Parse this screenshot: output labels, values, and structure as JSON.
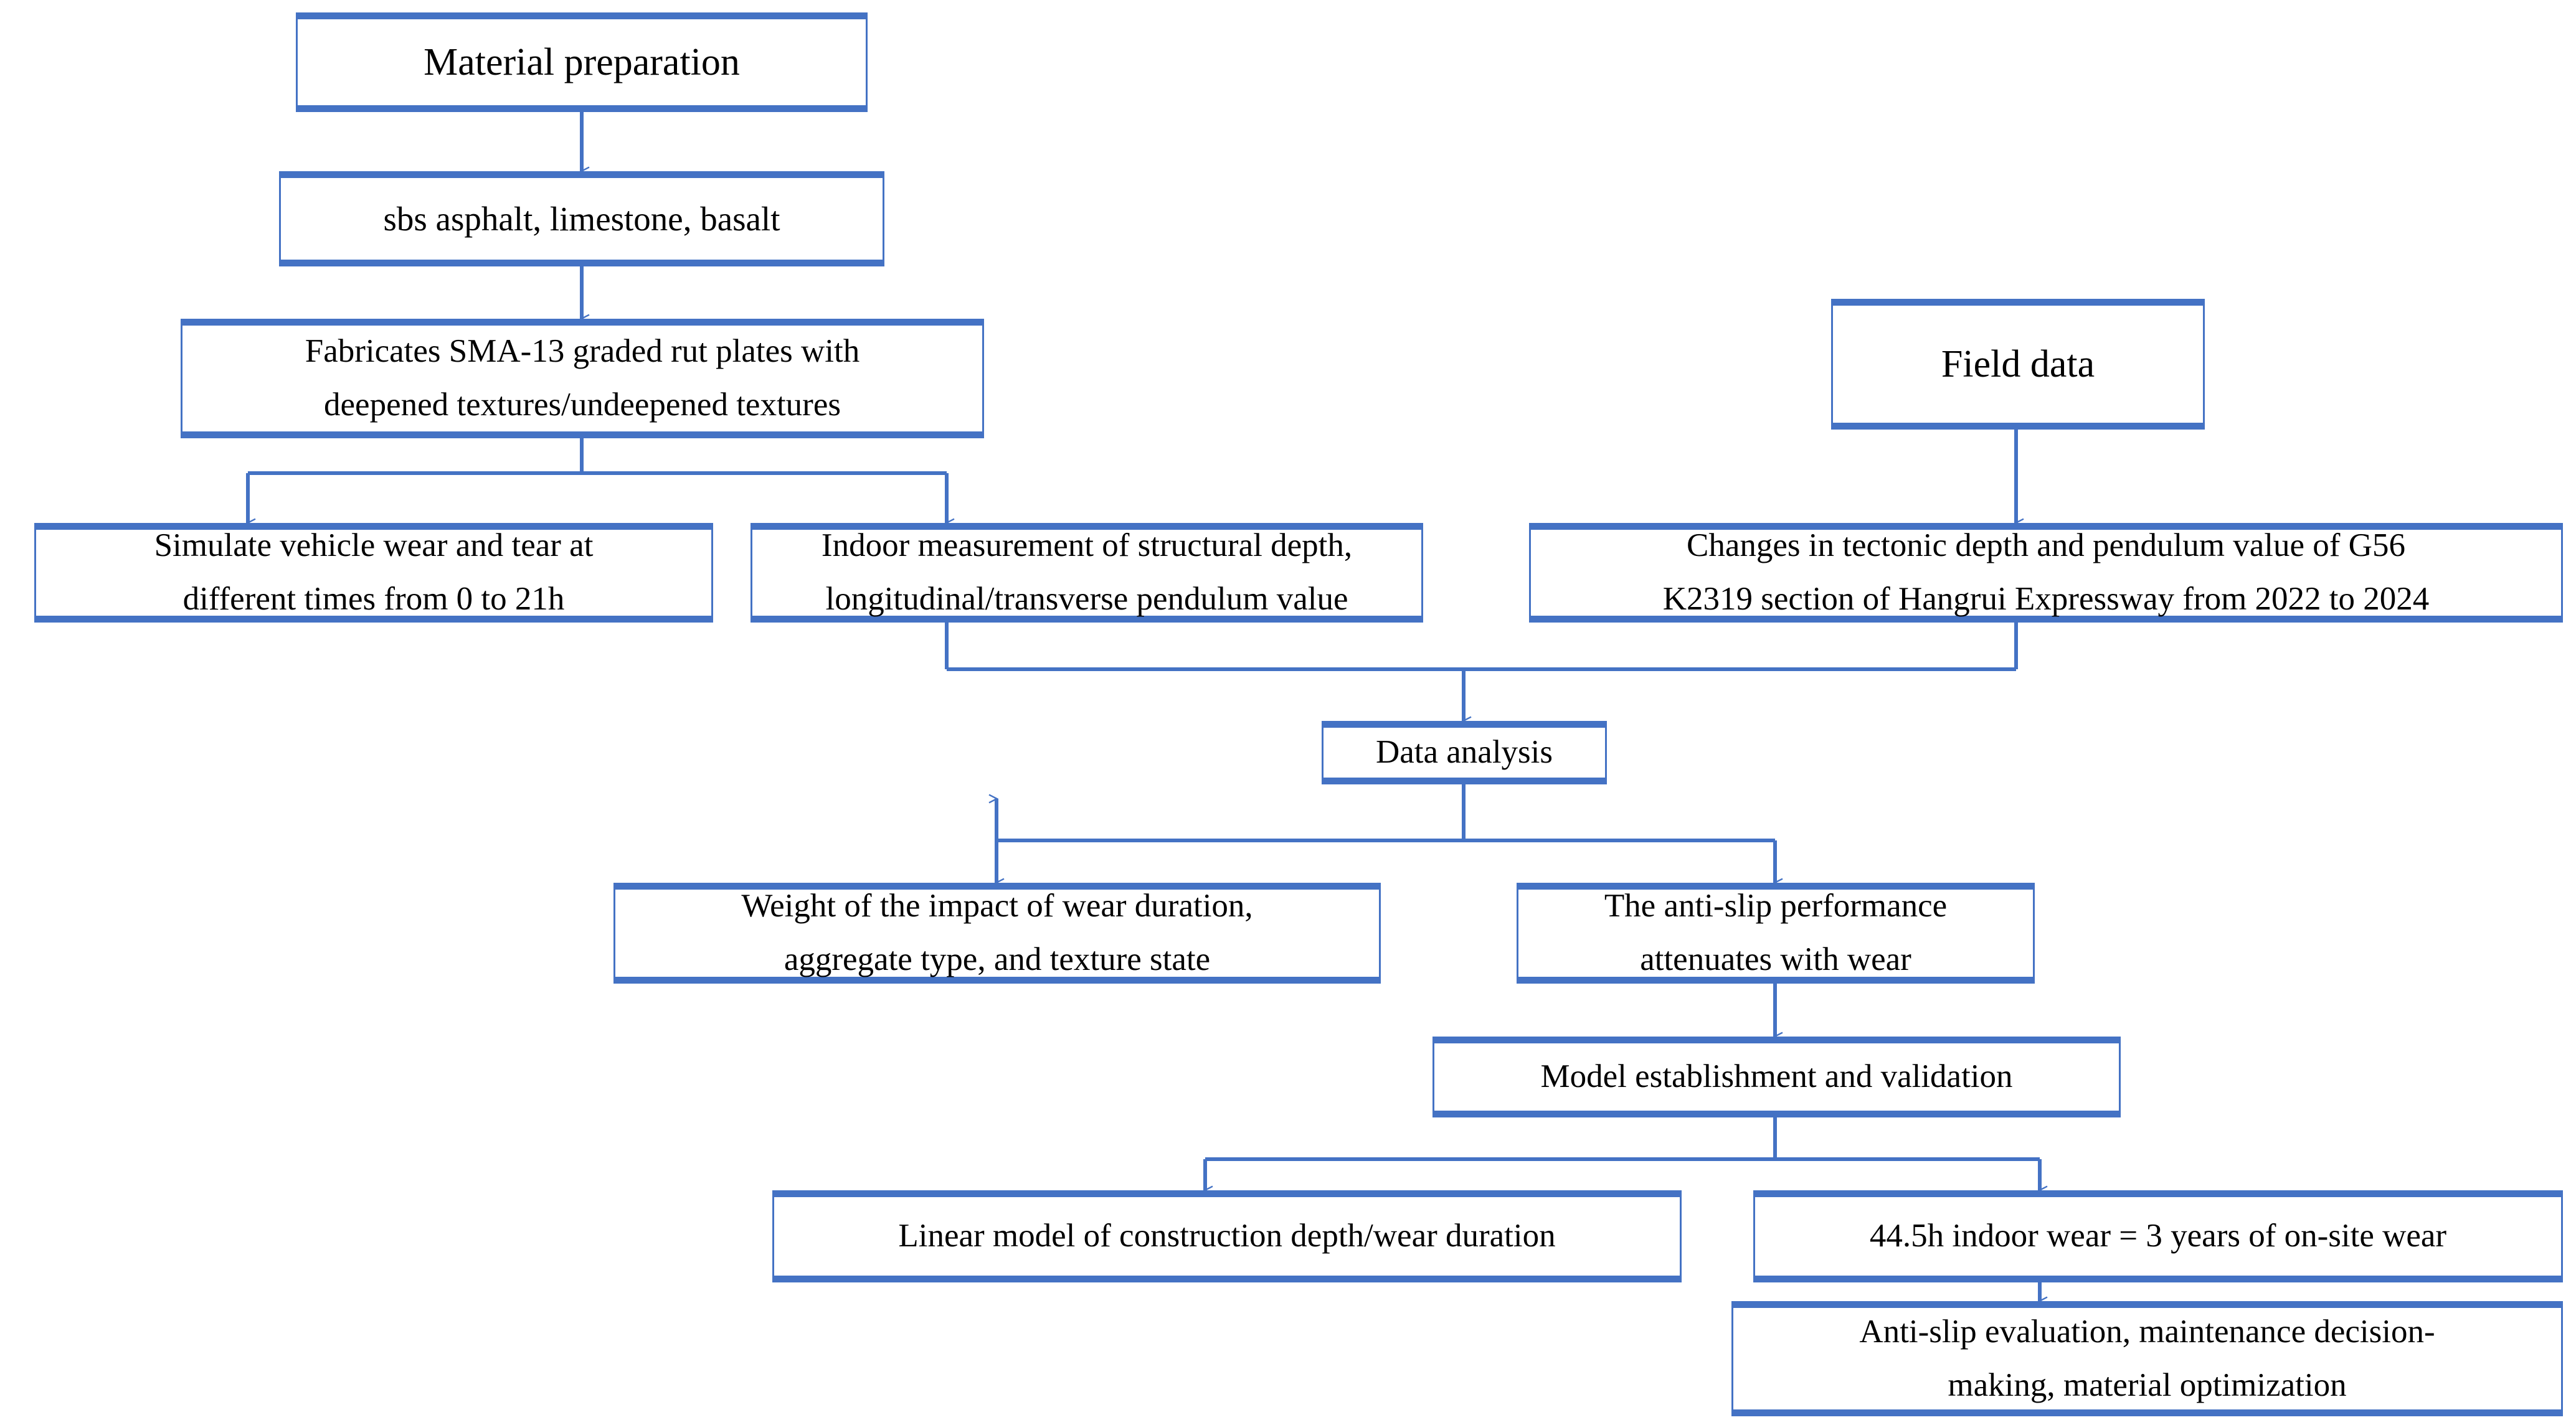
{
  "diagram": {
    "title": "Research methodology flowchart for asphalt pavement anti-slip performance",
    "accent_color": "#4472C4",
    "background_color": "#FFFFFF",
    "text_color": "#000000",
    "nodes": [
      {
        "id": "material-preparation",
        "label": "Material preparation"
      },
      {
        "id": "materials-list",
        "label": "sbs asphalt, limestone, basalt"
      },
      {
        "id": "fabricates-plates",
        "label": "Fabricates SMA-13 graded rut plates with\ndeepened textures/undeepened textures"
      },
      {
        "id": "field-data",
        "label": "Field data"
      },
      {
        "id": "simulate-wear",
        "label": "Simulate vehicle wear and tear at\ndifferent times from 0 to 21h"
      },
      {
        "id": "indoor-measurement",
        "label": "Indoor measurement of structural depth,\nlongitudinal/transverse pendulum value"
      },
      {
        "id": "tectonic-changes",
        "label": "Changes in tectonic depth and pendulum value of G56\nK2319 section of Hangrui Expressway from 2022 to 2024"
      },
      {
        "id": "data-analysis",
        "label": "Data analysis"
      },
      {
        "id": "impact-weight",
        "label": "Weight of the impact of wear duration,\naggregate type, and texture state"
      },
      {
        "id": "antislip-attenuation",
        "label": "The anti-slip performance\nattenuates with wear"
      },
      {
        "id": "model-establishment",
        "label": "Model establishment and validation"
      },
      {
        "id": "linear-model",
        "label": "Linear model of construction depth/wear duration"
      },
      {
        "id": "wear-equivalence",
        "label": "44.5h indoor wear = 3 years of on-site wear"
      },
      {
        "id": "antislip-evaluation",
        "label": "Anti-slip evaluation, maintenance decision-\nmaking, material optimization"
      }
    ],
    "edges": [
      {
        "from": "material-preparation",
        "to": "materials-list",
        "kind": "straight-arrow"
      },
      {
        "from": "materials-list",
        "to": "fabricates-plates",
        "kind": "straight-arrow"
      },
      {
        "from": "fabricates-plates",
        "to": "simulate-wear",
        "kind": "split-arrow"
      },
      {
        "from": "fabricates-plates",
        "to": "indoor-measurement",
        "kind": "split-arrow"
      },
      {
        "from": "field-data",
        "to": "tectonic-changes",
        "kind": "straight-arrow"
      },
      {
        "from": "indoor-measurement",
        "to": "data-analysis",
        "kind": "merge-arrow"
      },
      {
        "from": "tectonic-changes",
        "to": "data-analysis",
        "kind": "merge-arrow"
      },
      {
        "from": "data-analysis",
        "to": "impact-weight",
        "kind": "split-arrow"
      },
      {
        "from": "data-analysis",
        "to": "antislip-attenuation",
        "kind": "split-arrow"
      },
      {
        "from": "antislip-attenuation",
        "to": "model-establishment",
        "kind": "straight-arrow"
      },
      {
        "from": "model-establishment",
        "to": "linear-model",
        "kind": "split-arrow"
      },
      {
        "from": "model-establishment",
        "to": "wear-equivalence",
        "kind": "split-arrow"
      },
      {
        "from": "wear-equivalence",
        "to": "antislip-evaluation",
        "kind": "straight-arrow"
      }
    ]
  }
}
